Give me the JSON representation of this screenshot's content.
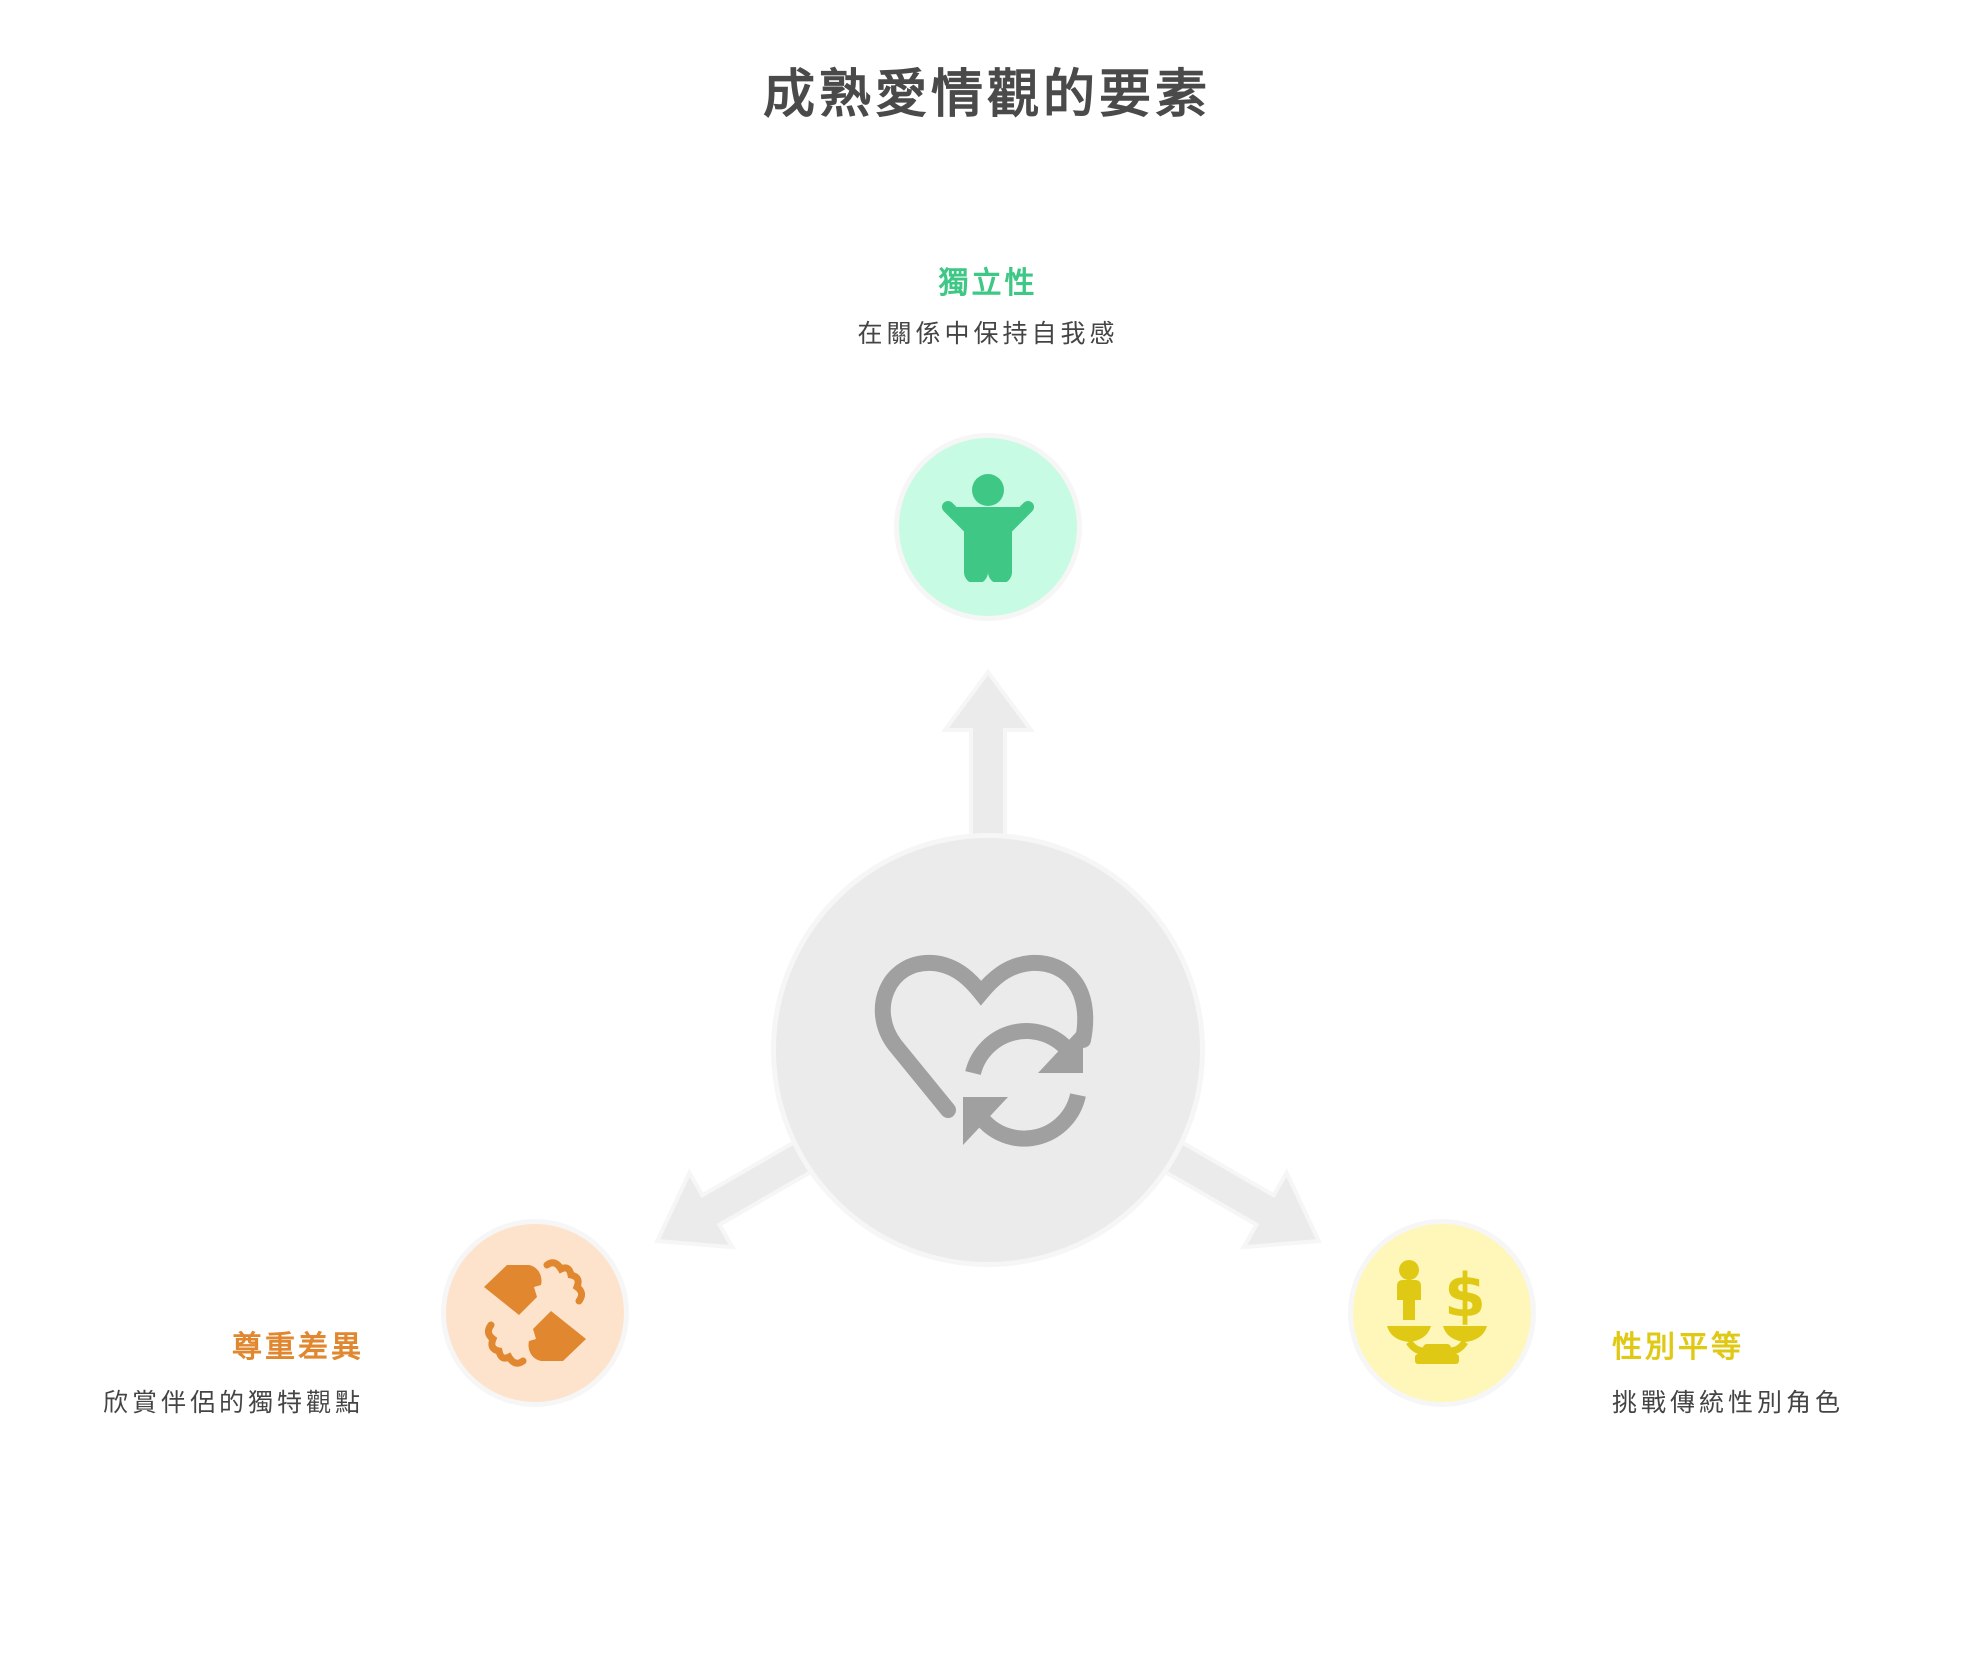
{
  "title": "成熟愛情觀的要素",
  "center": {
    "icon": "heart-sync-icon",
    "color": "#a0a0a0",
    "bg": "#ebebeb"
  },
  "elements": [
    {
      "label": "獨立性",
      "description": "在關係中保持自我感",
      "icon": "child-arms-up-icon",
      "color": "#3ec785",
      "bg": "#c8fbe3"
    },
    {
      "label": "尊重差異",
      "description": "欣賞伴侶的獨特觀點",
      "icon": "handshake-icon",
      "color": "#e0872f",
      "bg": "#fde3cb"
    },
    {
      "label": "性別平等",
      "description": "挑戰傳統性別角色",
      "icon": "scale-balance-icon",
      "color": "#e0c914",
      "bg": "#fef7b9"
    }
  ]
}
